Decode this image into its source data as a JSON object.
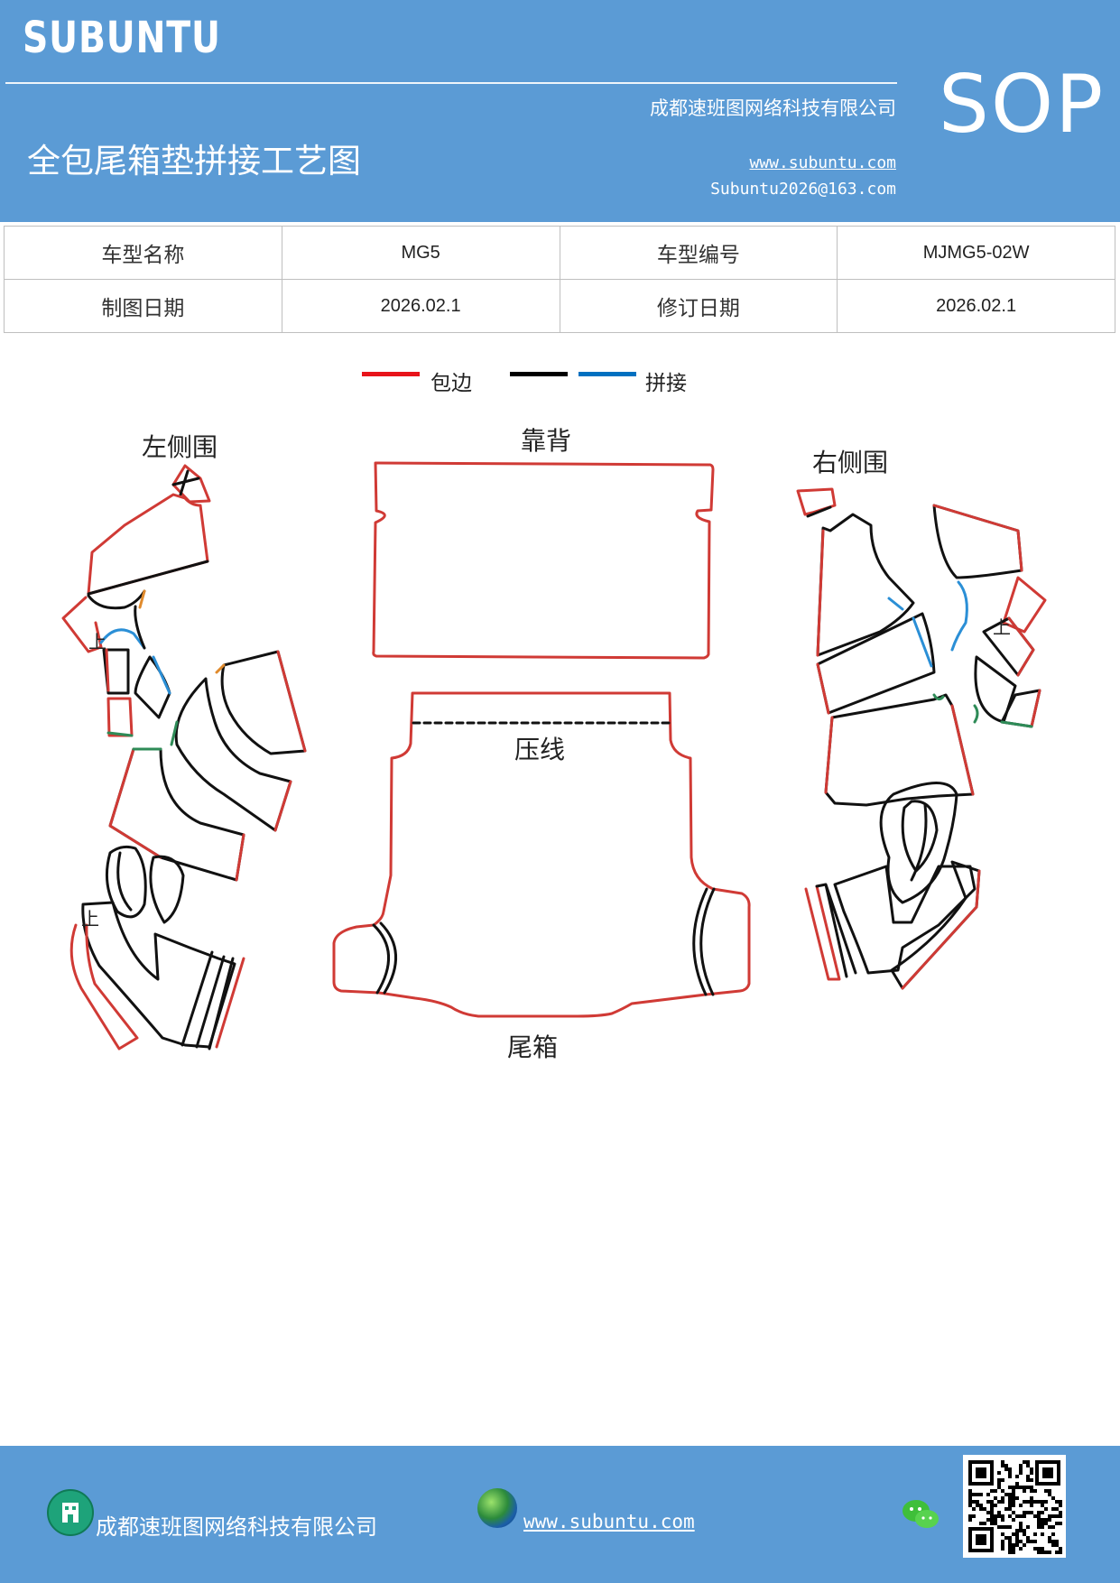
{
  "header": {
    "brand": "SUBUNTU",
    "sop": "SOP",
    "company": "成都速班图网络科技有限公司",
    "title": "全包尾箱垫拼接工艺图",
    "website": "www.subuntu.com",
    "email": "Subuntu2026@163.com"
  },
  "info_table": {
    "rows": [
      [
        "车型名称",
        "MG5",
        "车型编号",
        "MJMG5-02W"
      ],
      [
        "制图日期",
        "2026.02.1",
        "修订日期",
        "2026.02.1"
      ]
    ]
  },
  "legend": {
    "items": [
      {
        "label": "包边",
        "colors": [
          "#e8141a"
        ]
      },
      {
        "label": "拼接",
        "colors": [
          "#000000",
          "#0070c0"
        ]
      }
    ]
  },
  "diagram": {
    "labels": {
      "left_side": "左侧围",
      "backrest": "靠背",
      "right_side": "右侧围",
      "crease": "压线",
      "trunk": "尾箱",
      "up_mark": "上"
    },
    "colors": {
      "edge_binding": "#d03a35",
      "seam": "#111111",
      "splice_blue": "#2b8fd6",
      "splice_green": "#2e8b57",
      "splice_orange": "#e08a2c"
    }
  },
  "footer": {
    "company": "成都速班图网络科技有限公司",
    "website": "www.subuntu.com",
    "icons": [
      "building-icon",
      "globe-icon",
      "wechat-icon",
      "qr-code"
    ]
  }
}
